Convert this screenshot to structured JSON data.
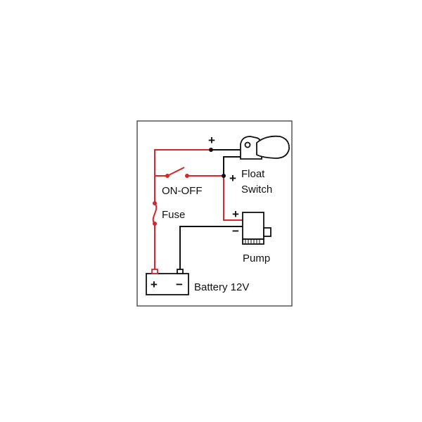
{
  "colors": {
    "positive_wire": "#d9262b",
    "negative_wire": "#111111",
    "frame": "#555555"
  },
  "labels": {
    "float_switch_line1": "Float",
    "float_switch_line2": "Switch",
    "on_off": "ON-OFF",
    "fuse": "Fuse",
    "pump": "Pump",
    "battery": "Battery 12V"
  },
  "symbols": {
    "float_top_plus": "+",
    "float_junction_plus": "+",
    "pump_plus": "+",
    "pump_minus": "−",
    "battery_plus": "+",
    "battery_minus": "−"
  }
}
